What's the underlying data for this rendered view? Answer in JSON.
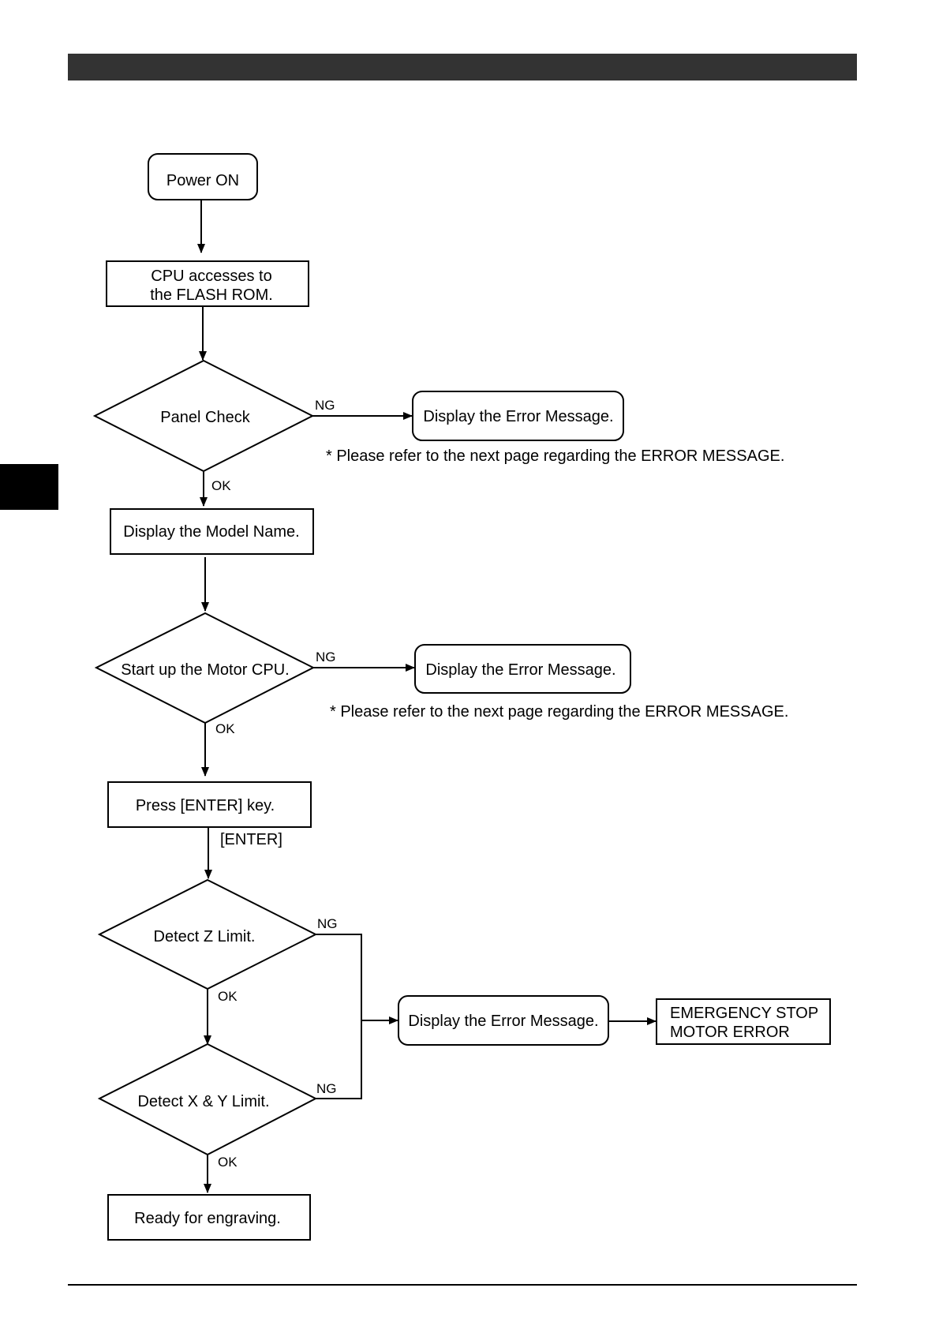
{
  "colors": {
    "header_bar": "#333333",
    "side_tab": "#000000",
    "ink": "#000000",
    "paper": "#ffffff"
  },
  "nodes": {
    "power_on": "Power ON",
    "cpu_flash_line1": "CPU accesses to",
    "cpu_flash_line2": "the FLASH ROM.",
    "panel_check": "Panel Check",
    "error_panel": "Display the Error Message.",
    "model_name": "Display the Model Name.",
    "motor_cpu": "Start up the Motor CPU.",
    "error_motor": "Display the Error Message.",
    "press_enter": "Press [ENTER] key.",
    "detect_z": "Detect Z Limit.",
    "detect_xy": "Detect X & Y Limit.",
    "error_limit": "Display the Error Message.",
    "emergency_line1": "EMERGENCY STOP",
    "emergency_line2": "MOTOR ERROR",
    "ready": "Ready for engraving."
  },
  "edges": {
    "panel_ng": "NG",
    "panel_ok": "OK",
    "motor_ng": "NG",
    "motor_ok": "OK",
    "enter": "[ENTER]",
    "z_ng": "NG",
    "z_ok": "OK",
    "xy_ng": "NG",
    "xy_ok": "OK"
  },
  "notes": {
    "panel_note": "* Please refer to the next page regarding the ERROR MESSAGE.",
    "motor_note": "* Please refer to the next page regarding the ERROR MESSAGE."
  }
}
